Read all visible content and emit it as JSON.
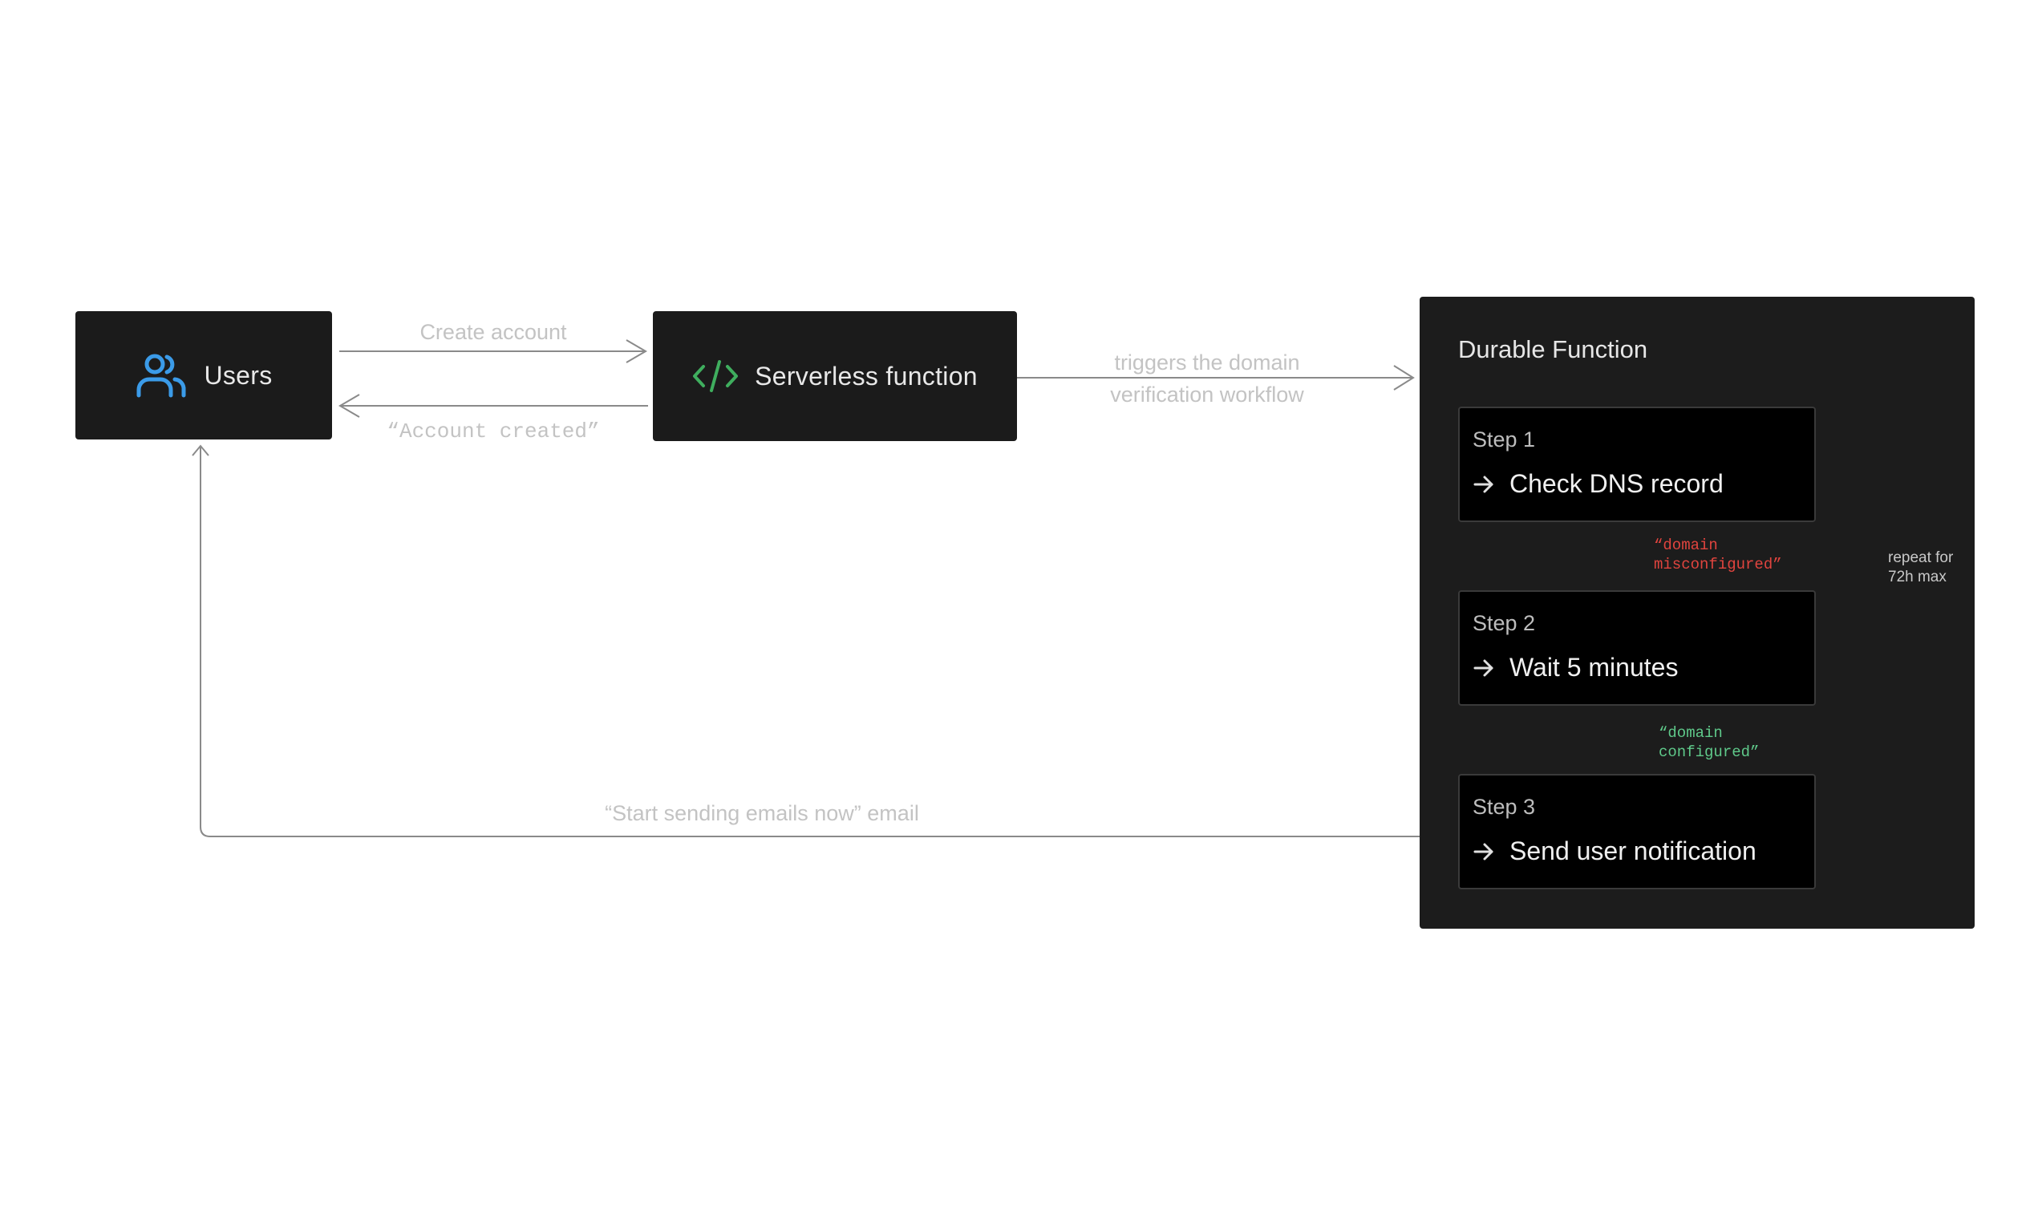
{
  "nodes": {
    "users": {
      "label": "Users",
      "icon": "users-icon",
      "icon_color": "#3b9be8"
    },
    "serverless": {
      "label": "Serverless function",
      "icon": "code-icon",
      "icon_color": "#3fae5e"
    }
  },
  "edges": {
    "create_account": "Create account",
    "account_created": "“Account created”",
    "triggers_line1": "triggers the domain",
    "triggers_line2": "verification workflow",
    "start_sending": "“Start sending emails now” email",
    "misconfigured": "“domain\nmisconfigured”",
    "configured": "“domain\nconfigured”",
    "repeat": "repeat for\n72h max"
  },
  "durable": {
    "title": "Durable Function",
    "steps": [
      {
        "num": "Step 1",
        "action": "Check DNS record"
      },
      {
        "num": "Step 2",
        "action": "Wait 5 minutes"
      },
      {
        "num": "Step 3",
        "action": "Send user notification"
      }
    ]
  },
  "colors": {
    "node_bg": "#1b1b1b",
    "misconfigured": "#e0443e",
    "configured": "#5fc98a",
    "wire": "#8a8a8a"
  }
}
